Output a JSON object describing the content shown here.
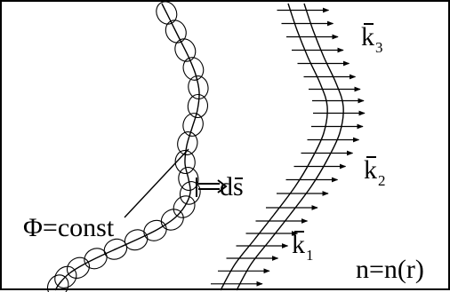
{
  "labels": {
    "phi_eq": "Φ=const",
    "ds_prefix": "d",
    "ds_letter": "s",
    "k": "k",
    "k_sub_1": "1",
    "k_sub_2": "2",
    "k_sub_3": "3",
    "index_eq": "n=n(r)"
  },
  "colors": {
    "ink": "#000000",
    "background": "#ffffff"
  },
  "wavefront_arc_count": 20,
  "ray_count": 22
}
